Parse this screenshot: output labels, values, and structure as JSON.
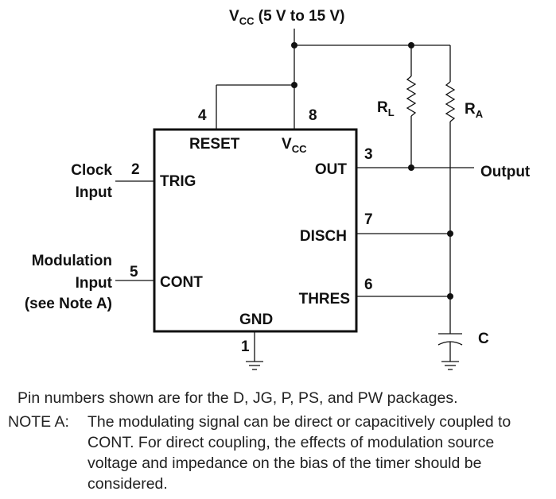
{
  "supply": {
    "main": "V",
    "sub": "CC",
    "range": " (5 V to 15 V)"
  },
  "ic": {
    "pins": {
      "reset": {
        "number": "4",
        "name": "RESET"
      },
      "vcc": {
        "number": "8",
        "name_main": "V",
        "name_sub": "CC"
      },
      "trig": {
        "number": "2",
        "name": "TRIG"
      },
      "out": {
        "number": "3",
        "name": "OUT"
      },
      "disch": {
        "number": "7",
        "name": "DISCH"
      },
      "cont": {
        "number": "5",
        "name": "CONT"
      },
      "thres": {
        "number": "6",
        "name": "THRES"
      },
      "gnd": {
        "number": "1",
        "name": "GND"
      }
    }
  },
  "components": {
    "rl": {
      "main": "R",
      "sub": "L"
    },
    "ra": {
      "main": "R",
      "sub": "A"
    },
    "c": {
      "label": "C"
    }
  },
  "signals": {
    "clock_line1": "Clock",
    "clock_line2": "Input",
    "output": "Output",
    "modulation_line1": "Modulation",
    "modulation_line2": "Input",
    "modulation_line3": "(see Note A)"
  },
  "notes": {
    "packages": "Pin numbers shown are for the D, JG, P, PS, and PW packages.",
    "note_a_label": "NOTE A:",
    "note_a_text": "The modulating signal can be direct or capacitively coupled to CONT. For direct coupling, the effects of modulation source voltage and impedance on the bias of the timer should be considered."
  }
}
